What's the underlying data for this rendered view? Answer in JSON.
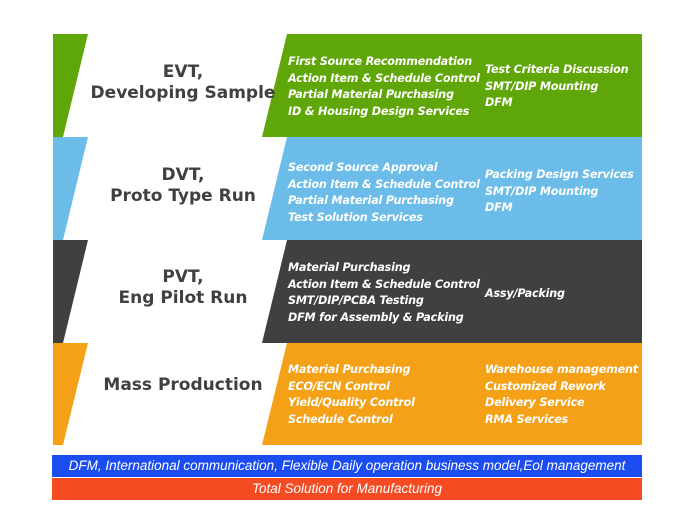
{
  "colors": {
    "evt": "#5fa708",
    "dvt": "#6bbce8",
    "pvt": "#404040",
    "mp": "#f4a118",
    "panel_white": "#ffffff",
    "title_text": "#404040",
    "banner_blue": "#1a4cf0",
    "banner_red": "#f54b23"
  },
  "phases": [
    {
      "key": "evt",
      "title_line1": "EVT,",
      "title_line2": "Developing Sample",
      "col1": [
        "First Source Recommendation",
        "Action Item & Schedule Control",
        "Partial Material Purchasing",
        "ID & Housing Design Services"
      ],
      "col2": [
        "Test Criteria Discussion",
        "SMT/DIP Mounting",
        "DFM"
      ]
    },
    {
      "key": "dvt",
      "title_line1": "DVT,",
      "title_line2": "Proto Type Run",
      "col1": [
        "Second Source Approval",
        "Action Item & Schedule Control",
        "Partial Material Purchasing",
        "Test Solution Services"
      ],
      "col2": [
        "Packing Design Services",
        "SMT/DIP Mounting",
        "DFM"
      ]
    },
    {
      "key": "pvt",
      "title_line1": "PVT,",
      "title_line2": "Eng Pilot Run",
      "col1": [
        "Material Purchasing",
        "Action Item & Schedule Control",
        "SMT/DIP/PCBA Testing",
        "DFM for Assembly & Packing"
      ],
      "col2": [
        "Assy/Packing"
      ]
    },
    {
      "key": "mp",
      "title_line1": "",
      "title_line2": "Mass Production",
      "col1": [
        "Material Purchasing",
        "ECO/ECN Control",
        "Yield/Quality Control",
        "Schedule Control"
      ],
      "col2": [
        "Warehouse management",
        "Customized Rework",
        "Delivery Service",
        "RMA Services"
      ]
    }
  ],
  "banners": {
    "capabilities": "DFM, International communication, Flexible Daily operation business model,Eol management",
    "tagline": "Total Solution for Manufacturing"
  }
}
